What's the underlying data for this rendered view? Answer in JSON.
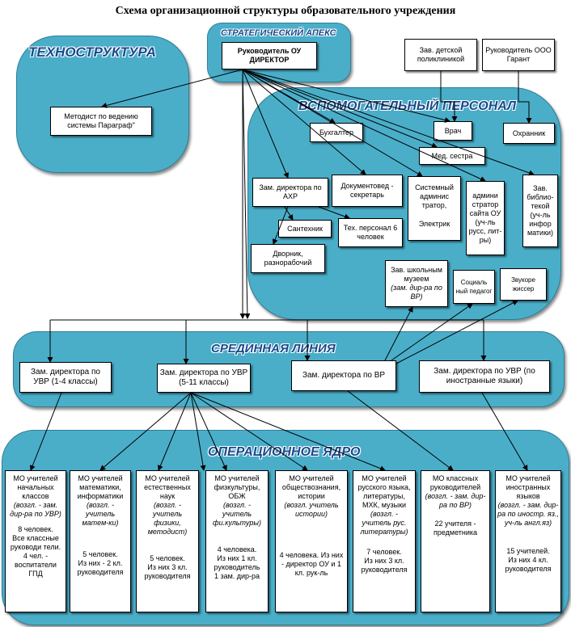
{
  "title": "Схема организационной структуры образовательного учреждения",
  "zones": {
    "strategic": "СТРАТЕГИЧЕСКИЙ АПЕКС",
    "technostructure": "ТЕХНОСТРУКТУРА",
    "support": "ВСПОМОГАТЕЛЬНЫЙ ПЕРСОНАЛ",
    "middle": "СРЕДИННАЯ ЛИНИЯ",
    "core": "ОПЕРАЦИОННОЕ ЯДРО"
  },
  "director": "Руководитель ОУ ДИРЕКТОР",
  "methodist": "Методист по ведению системы Параграф\"",
  "external": {
    "clinic_head": "Зав. детской поликлиникой",
    "garant_head": "Руководитель ООО Гарант"
  },
  "support": {
    "accountant": "Бухгалтер",
    "doctor": "Врач",
    "guard": "Охранник",
    "nurse": "Мед. сестра",
    "deputy_ahr": "Зам. директора по АХР",
    "docs": "Документовед - секретарь",
    "sysadmin": "Системный админис тратор,",
    "electrician": "Электрик",
    "site_admin": "админи стратор сайта ОУ (уч-ль русс, лит-ры)",
    "librarian": "Зав. библио- текой (уч-ль инфор матики)",
    "plumber": "Сантехник",
    "tech_staff": "Тех. персонал 6 человек",
    "janitor": "Дворник, разнорабочий",
    "museum_l1": "Зав. школьным музеем",
    "museum_l2": "(зам. дир-ра по ВР)",
    "social": "Социаль ный педагог",
    "sound": "Звукоре жиссер"
  },
  "middle": {
    "uvr_1_4": "Зам. директора по УВР (1-4 классы)",
    "uvr_5_11": "Зам. директора по УВР (5-11 классы)",
    "vr": "Зам. директора по ВР",
    "uvr_lang": "Зам. директора по УВР (по иностранные языки)"
  },
  "core": [
    {
      "name": "МО учителей начальных классов",
      "note": "(возгл. - зам. дир-ра по УВР)",
      "stats": [
        "8 человек.",
        "Все классные руководи тели.",
        "4 чел. - воспитатели ГПД"
      ]
    },
    {
      "name": "МО учителей математики, информатики",
      "note": "(возгл. - учитель матем-ки)",
      "stats": [
        "5 человек.",
        "Из них - 2 кл. руководителя"
      ]
    },
    {
      "name": "МО учителей естественных наук",
      "note": "(возгл. - учитель физики, методист)",
      "stats": [
        "5 человек.",
        "Из них 3 кл. руководителя"
      ]
    },
    {
      "name": "МО учителей физкультуры, ОБЖ",
      "note": "(возгл. - учитель фи.культуры)",
      "stats": [
        "4 человека.",
        "Из них 1 кл. руководитель",
        "1 зам. дир-ра"
      ]
    },
    {
      "name": "МО учителей обществознания, истории",
      "note": "(возгл. учитель истории)",
      "stats": [
        "4 человека. Из них - директор ОУ и 1 кл. рук-ль"
      ]
    },
    {
      "name": "МО учителей русского языка, литературы, МХК, музыки",
      "note": "(возгл. - учитель рус. литературы)",
      "stats": [
        "7 человек.",
        "Из них 3 кл. руководителя"
      ]
    },
    {
      "name": "МО классных руководителей",
      "note": "(возгл. - зам. дир-ра по ВР)",
      "stats": [
        "22 учителя - предметника"
      ]
    },
    {
      "name": "МО учителей иностранных языков",
      "note": "(возгл. - зам. дир-ра по иностр. яз., уч-ль англ.яз)",
      "stats": [
        "15 учителей.",
        "Из них 4 кл. руководителя"
      ]
    }
  ]
}
